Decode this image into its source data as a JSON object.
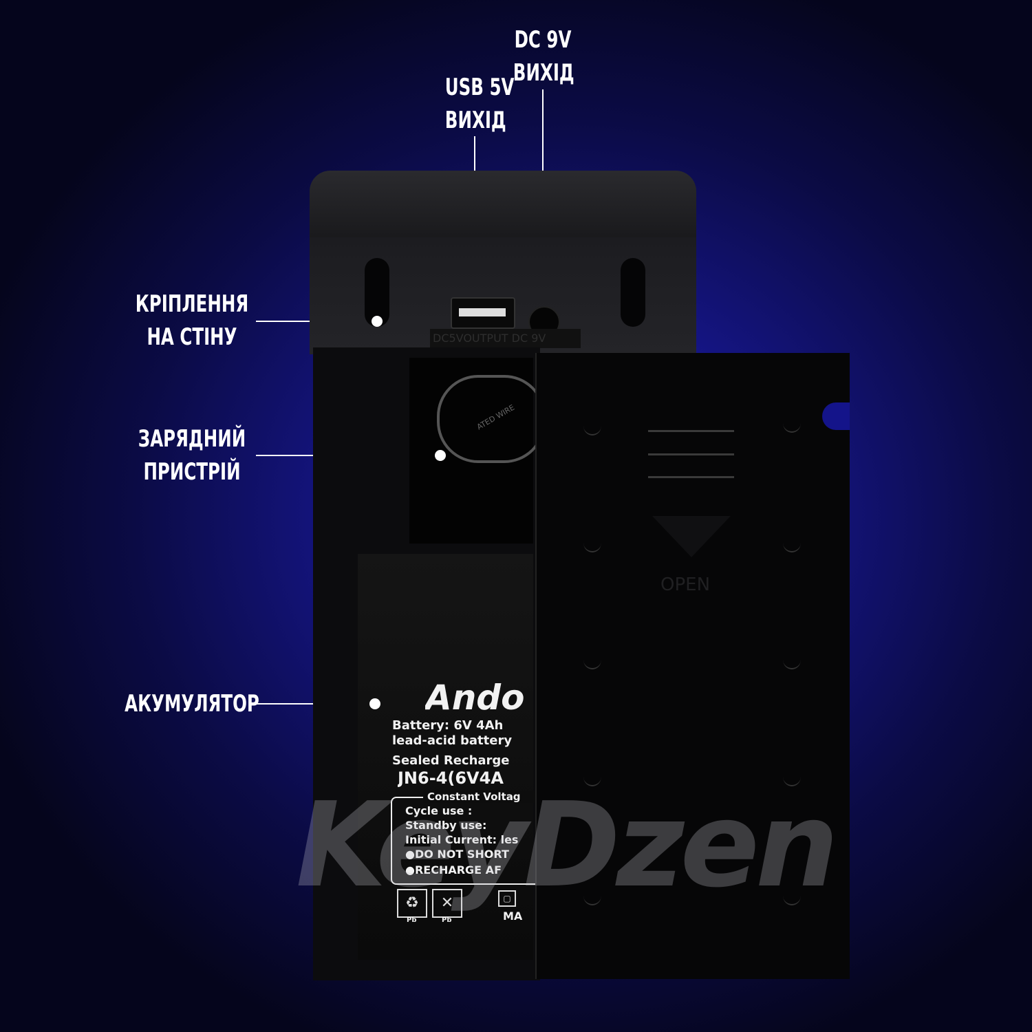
{
  "callouts": {
    "dc_out": {
      "line1": "DC 9V",
      "line2": "ВИХІД"
    },
    "usb_out": {
      "line1": "USB 5V",
      "line2": "ВИХІД"
    },
    "wall_mount": {
      "line1": "КРІПЛЕННЯ",
      "line2": "НА СТІНУ"
    },
    "charger": {
      "line1": "ЗАРЯДНИЙ",
      "line2": "ПРИСТРІЙ"
    },
    "battery": {
      "line1": "АКУМУЛЯТОР"
    }
  },
  "device": {
    "port_plate": "DC5VOUTPUT   DC  9V",
    "cover_label": "OPEN",
    "cable_text": "ATED   WIRE"
  },
  "battery_label": {
    "brand": "Ando",
    "line1": "Battery: 6V 4Ah",
    "line2": "lead-acid battery",
    "line3": "Sealed Recharge",
    "model": "JN6-4(6V4A",
    "box_title": "Constant Voltag",
    "box_lines": [
      "Cycle use    :",
      "Standby use:",
      "Initial Current: les",
      "●DO NOT SHORT",
      "●RECHARGE AF"
    ],
    "icon_labels": [
      "Pb",
      "Pb"
    ],
    "made": "MA"
  },
  "watermark": "KeyDzen"
}
